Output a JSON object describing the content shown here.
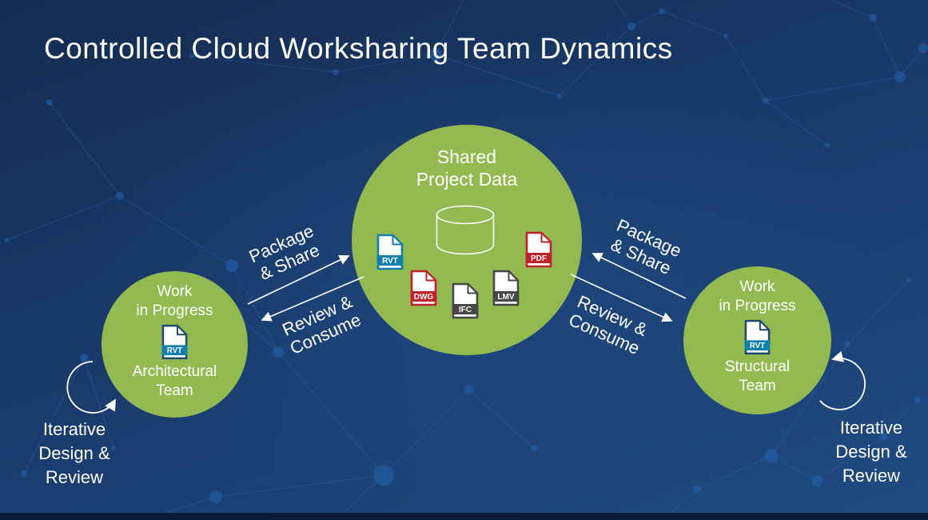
{
  "title": "Controlled Cloud Worksharing Team Dynamics",
  "center_circle": {
    "title": "Shared\nProject Data",
    "files": [
      {
        "label": "RVT"
      },
      {
        "label": "DWG"
      },
      {
        "label": "IFC"
      },
      {
        "label": "LMV"
      },
      {
        "label": "PDF"
      }
    ]
  },
  "left_circle": {
    "wip": "Work\nin Progress",
    "file": "RVT",
    "team": "Architectural\nTeam"
  },
  "right_circle": {
    "wip": "Work\nin Progress",
    "file": "RVT",
    "team": "Structural\nTeam"
  },
  "flows": {
    "left": {
      "package": "Package\n& Share",
      "review": "Review &\nConsume"
    },
    "right": {
      "package": "Package\n& Share",
      "review": "Review &\nConsume"
    }
  },
  "iterative": {
    "left": "Iterative\nDesign &\nReview",
    "right": "Iterative\nDesign &\nReview"
  },
  "colors": {
    "background_top": "#142c52",
    "background_bottom": "#1f4b82",
    "circle_green": "#92ba50",
    "revit_blue": "#1180ad",
    "file_red": "#c1212b",
    "file_gray": "#474747",
    "text_white": "#ffffff",
    "footer_bar": "#0a1d38"
  }
}
